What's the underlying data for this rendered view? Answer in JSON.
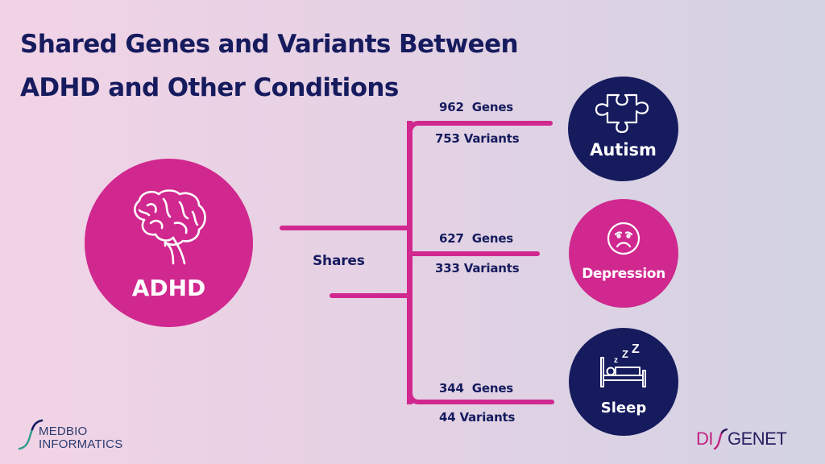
{
  "title": {
    "line1": "Shared Genes and Variants Between",
    "line2": "ADHD and Other Conditions"
  },
  "colors": {
    "navy": "#161b5e",
    "magenta": "#d0288f",
    "bg_left": "#f2d3e6",
    "bg_right": "#d3d3e4"
  },
  "source": {
    "label": "ADHD",
    "icon": "brain-icon"
  },
  "connector_label": "Shares",
  "targets": [
    {
      "name": "Autism",
      "icon": "puzzle-piece-icon",
      "genes": "962  Genes",
      "variants": "753 Variants",
      "color": "#161b5e"
    },
    {
      "name": "Depression",
      "icon": "sad-face-icon",
      "genes": "627  Genes",
      "variants": "333 Variants",
      "color": "#d0288f"
    },
    {
      "name": "Sleep",
      "icon": "sleeping-bed-icon",
      "genes": "344  Genes",
      "variants": "44 Variants",
      "color": "#161b5e"
    }
  ],
  "logos": {
    "left": {
      "line1": "MEDBIO",
      "line2": "INFORMATICS"
    },
    "right": {
      "part1": "DI",
      "part2": "GENET"
    }
  }
}
